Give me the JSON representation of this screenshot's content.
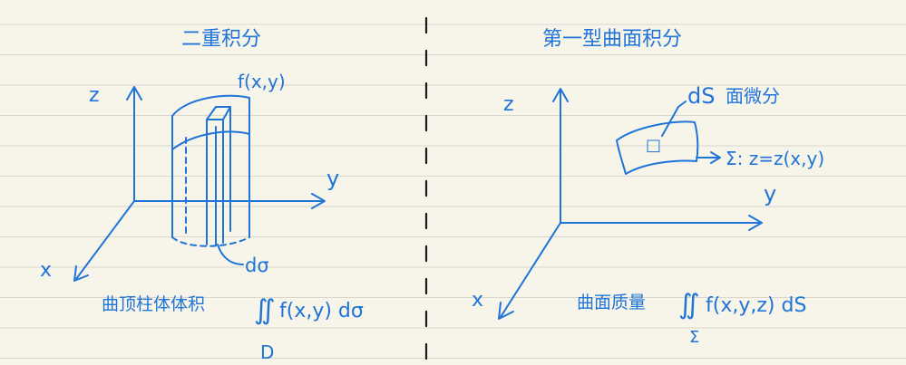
{
  "colors": {
    "paper": "#f7f4ea",
    "rule_line": "#d9d6cb",
    "ink": "#1f74d8",
    "divider": "#1a1a1a"
  },
  "left": {
    "title": "二重积分",
    "axis_z": "z",
    "axis_y": "y",
    "axis_x": "x",
    "surface_label": "f(x,y)",
    "area_element": "dσ",
    "caption": "曲顶柱体体积",
    "integral_sign": "∬",
    "integrand": "f(x,y) dσ",
    "domain": "D"
  },
  "right": {
    "title": "第一型曲面积分",
    "axis_z": "z",
    "axis_y": "y",
    "axis_x": "x",
    "surface_element": "dS",
    "surface_element_text": "面微分",
    "patch_symbol": "□",
    "surface_eq": "Σ: z=z(x,y)",
    "caption": "曲面质量",
    "integral_sign": "∬",
    "integrand": "f(x,y,z) dS",
    "domain": "Σ"
  }
}
